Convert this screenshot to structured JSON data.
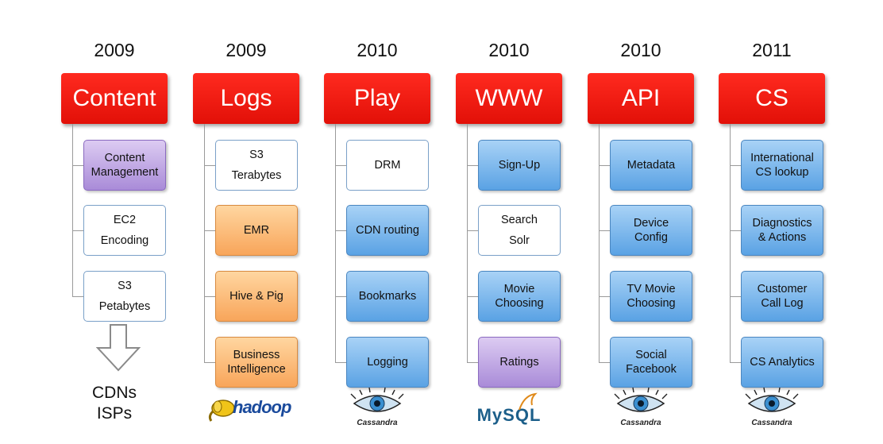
{
  "columns": [
    {
      "year": "2009",
      "title": "Content",
      "items": [
        {
          "label": "Content\nManagement",
          "style": "purple"
        },
        {
          "label": "EC2\nEncoding",
          "style": "white"
        },
        {
          "label": "S3\nPetabytes",
          "style": "white"
        }
      ],
      "footer": {
        "type": "cdn",
        "lines": [
          "CDNs",
          "ISPs"
        ]
      }
    },
    {
      "year": "2009",
      "title": "Logs",
      "items": [
        {
          "label": "S3\nTerabytes",
          "style": "white"
        },
        {
          "label": "EMR",
          "style": "orange"
        },
        {
          "label": "Hive & Pig",
          "style": "orange"
        },
        {
          "label": "Business\nIntelligence",
          "style": "orange"
        }
      ],
      "footer": {
        "type": "hadoop",
        "text": "hadoop"
      }
    },
    {
      "year": "2010",
      "title": "Play",
      "items": [
        {
          "label": "DRM",
          "style": "white"
        },
        {
          "label": "CDN routing",
          "style": "blue"
        },
        {
          "label": "Bookmarks",
          "style": "blue"
        },
        {
          "label": "Logging",
          "style": "blue"
        }
      ],
      "footer": {
        "type": "cassandra",
        "text": "Cassandra"
      }
    },
    {
      "year": "2010",
      "title": "WWW",
      "items": [
        {
          "label": "Sign-Up",
          "style": "blue"
        },
        {
          "label": "Search\nSolr",
          "style": "white"
        },
        {
          "label": "Movie\nChoosing",
          "style": "blue"
        },
        {
          "label": "Ratings",
          "style": "purple"
        }
      ],
      "footer": {
        "type": "mysql",
        "text": "MySQL"
      }
    },
    {
      "year": "2010",
      "title": "API",
      "items": [
        {
          "label": "Metadata",
          "style": "blue"
        },
        {
          "label": "Device\nConfig",
          "style": "blue"
        },
        {
          "label": "TV Movie\nChoosing",
          "style": "blue"
        },
        {
          "label": "Social\nFacebook",
          "style": "blue"
        }
      ],
      "footer": {
        "type": "cassandra",
        "text": "Cassandra"
      }
    },
    {
      "year": "2011",
      "title": "CS",
      "items": [
        {
          "label": "International\nCS lookup",
          "style": "blue"
        },
        {
          "label": "Diagnostics\n& Actions",
          "style": "blue"
        },
        {
          "label": "Customer\nCall Log",
          "style": "blue"
        },
        {
          "label": "CS Analytics",
          "style": "blue"
        }
      ],
      "footer": {
        "type": "cassandra",
        "text": "Cassandra"
      }
    }
  ],
  "colors": {
    "header_red": "#ee1a10",
    "box_blue": "#6aaee8",
    "box_orange": "#f9b06a",
    "box_purple": "#b59ae0",
    "connector_gray": "#9a9a9a"
  }
}
